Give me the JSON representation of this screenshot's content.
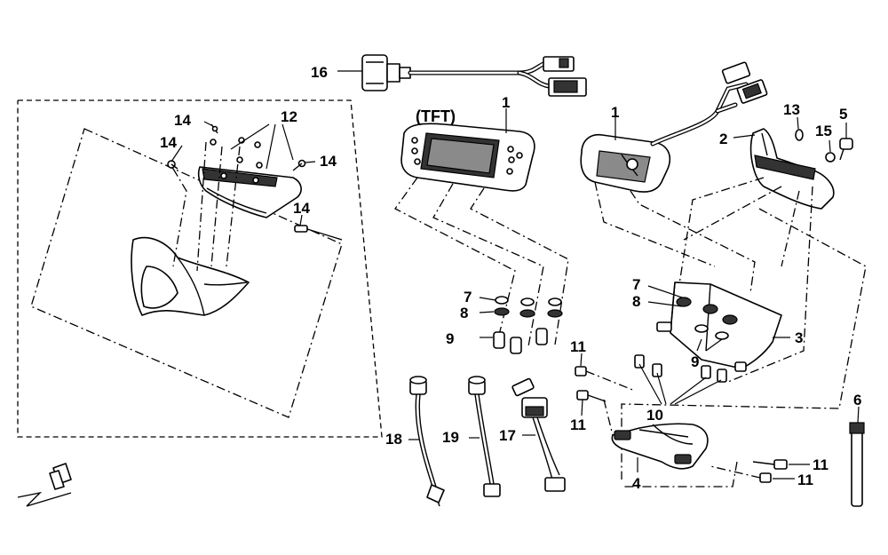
{
  "diagram": {
    "subtitle": "(TFT)",
    "callouts": [
      {
        "id": "c16",
        "text": "16"
      },
      {
        "id": "c1a",
        "text": "1"
      },
      {
        "id": "c1b",
        "text": "1"
      },
      {
        "id": "c13",
        "text": "13"
      },
      {
        "id": "c5",
        "text": "5"
      },
      {
        "id": "c15",
        "text": "15"
      },
      {
        "id": "c2",
        "text": "2"
      },
      {
        "id": "c12",
        "text": "12"
      },
      {
        "id": "c14a",
        "text": "14"
      },
      {
        "id": "c14b",
        "text": "14"
      },
      {
        "id": "c14c",
        "text": "14"
      },
      {
        "id": "c14d",
        "text": "14"
      },
      {
        "id": "c7a",
        "text": "7"
      },
      {
        "id": "c8a",
        "text": "8"
      },
      {
        "id": "c9a",
        "text": "9"
      },
      {
        "id": "c7b",
        "text": "7"
      },
      {
        "id": "c8b",
        "text": "8"
      },
      {
        "id": "c3",
        "text": "3"
      },
      {
        "id": "c9b",
        "text": "9"
      },
      {
        "id": "c10",
        "text": "10"
      },
      {
        "id": "c11a",
        "text": "11"
      },
      {
        "id": "c11b",
        "text": "11"
      },
      {
        "id": "c11c",
        "text": "11"
      },
      {
        "id": "c11d",
        "text": "11"
      },
      {
        "id": "c4",
        "text": "4"
      },
      {
        "id": "c6",
        "text": "6"
      },
      {
        "id": "c17",
        "text": "17"
      },
      {
        "id": "c18",
        "text": "18"
      },
      {
        "id": "c19",
        "text": "19"
      }
    ]
  }
}
